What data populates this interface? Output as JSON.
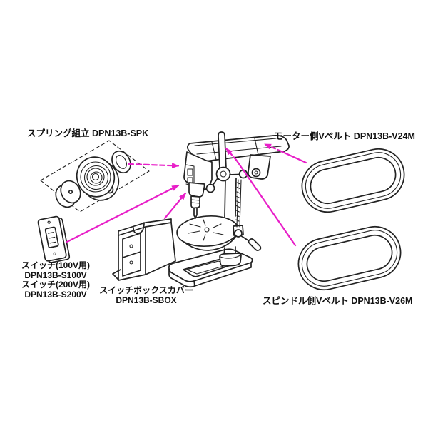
{
  "colors": {
    "ink": "#222222",
    "accent": "#e81fc8",
    "background": "#ffffff"
  },
  "diagram": {
    "labels": {
      "spring_assembly": "スプリング組立 DPN13B-SPK",
      "motor_belt": "モーター側Vベルト DPN13B-V24M",
      "spindle_belt": "スピンドル側Vベルト DPN13B-V26M",
      "switch_lines": [
        "スイッチ(100V用)",
        "DPN13B-S100V",
        "スイッチ(200V用)",
        "DPN13B-S200V"
      ],
      "cover_lines": [
        "スイッチボックスカバー",
        "DPN13B-SBOX"
      ]
    }
  }
}
